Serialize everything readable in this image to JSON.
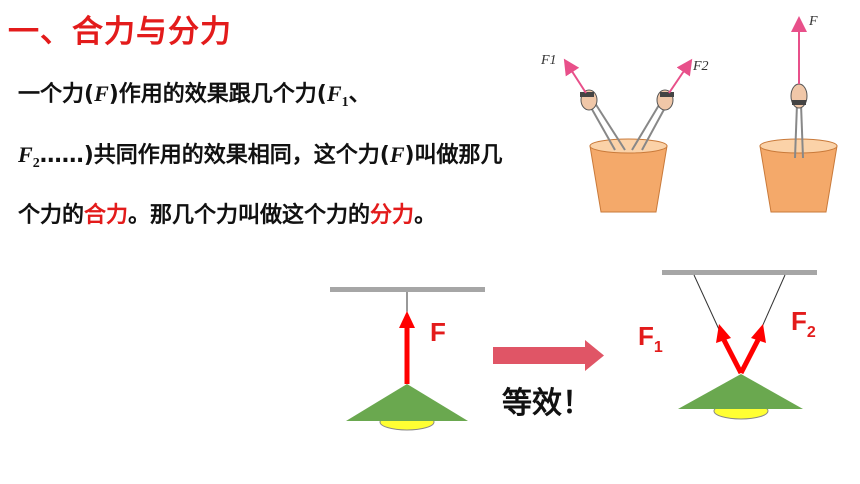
{
  "heading": "一、合力与分力",
  "paragraph": {
    "t1": "一个力(",
    "F": "F",
    "t2": ")作用的效果跟几个力(",
    "F1": "F",
    "one": "1",
    "t3": "、",
    "F2": "F",
    "two": "2",
    "t4": "……)共同作用的效果相同，这个力(",
    "F3": "F",
    "t5": ")叫做那几个力的",
    "hl1": "合力",
    "t6": "。那几个力叫做这个力的",
    "hl2": "分力",
    "t7": "。"
  },
  "photo_labels": {
    "f1": "F1",
    "f2": "F2",
    "f": "F"
  },
  "diagram": {
    "single_force": "F",
    "f1_main": "F",
    "f1_sub": "1",
    "f2_main": "F",
    "f2_sub": "2",
    "equivalent": "等效！"
  },
  "colors": {
    "red": "#e31b1b",
    "arrow_pink": "#e05566",
    "lampshade": "#6aa84f",
    "bulb": "#ffff33",
    "bucket": "#f4a96a",
    "ceiling": "#a6a6a6"
  }
}
